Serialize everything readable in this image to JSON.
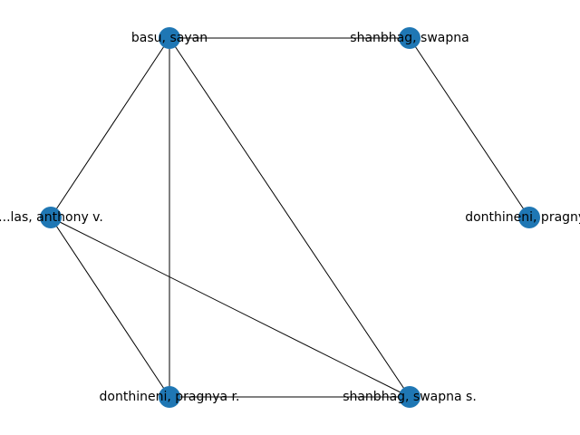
{
  "graph": {
    "node_color": "#1f77b4",
    "edge_color": "#000000",
    "nodes": [
      {
        "id": "basu",
        "label": "basu, sayan"
      },
      {
        "id": "shanbhag1",
        "label": "shanbhag, swapna"
      },
      {
        "id": "donthineni1",
        "label": "donthineni, pragnya"
      },
      {
        "id": "shanbhag2",
        "label": "shanbhag, swapna s."
      },
      {
        "id": "donthineni2",
        "label": "donthineni, pragnya r."
      },
      {
        "id": "anthony",
        "label": "...las, anthony v."
      }
    ],
    "edges": [
      [
        "basu",
        "shanbhag1"
      ],
      [
        "shanbhag1",
        "donthineni1"
      ],
      [
        "basu",
        "anthony"
      ],
      [
        "basu",
        "donthineni2"
      ],
      [
        "basu",
        "shanbhag2"
      ],
      [
        "anthony",
        "donthineni2"
      ],
      [
        "anthony",
        "shanbhag2"
      ],
      [
        "donthineni2",
        "shanbhag2"
      ]
    ]
  }
}
